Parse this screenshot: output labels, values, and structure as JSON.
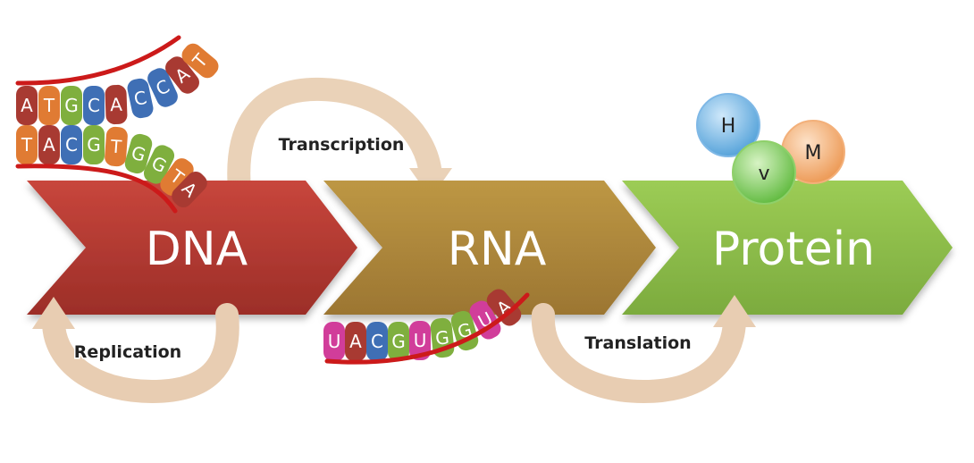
{
  "stages": {
    "dna": "DNA",
    "rna": "RNA",
    "protein": "Protein"
  },
  "processes": {
    "transcription": "Transcription",
    "replication": "Replication",
    "translation": "Translation"
  },
  "dna_strand": {
    "top_bases": [
      "A",
      "T",
      "G",
      "C",
      "A",
      "C",
      "C",
      "A",
      "T"
    ],
    "bottom_bases": [
      "T",
      "A",
      "C",
      "G",
      "T",
      "G",
      "G",
      "T",
      "A"
    ]
  },
  "rna_strand": {
    "bases": [
      "U",
      "A",
      "C",
      "G",
      "U",
      "G",
      "G",
      "U",
      "A"
    ]
  },
  "amino_acids": [
    "H",
    "v",
    "M"
  ],
  "colors": {
    "dna_arrow": "#b83a33",
    "rna_arrow": "#b08a3c",
    "protein_arrow": "#8fbf4a",
    "cycle_arrow": "#e8c8a6",
    "backbone": "#cc1a1a",
    "base_A": "#a83a32",
    "base_T": "#e07b33",
    "base_G": "#7faf3e",
    "base_C": "#3f6fb5",
    "base_U": "#d13d9a",
    "aa_H": "#5ea9de",
    "aa_v": "#6cc04a",
    "aa_M": "#f0a060"
  }
}
